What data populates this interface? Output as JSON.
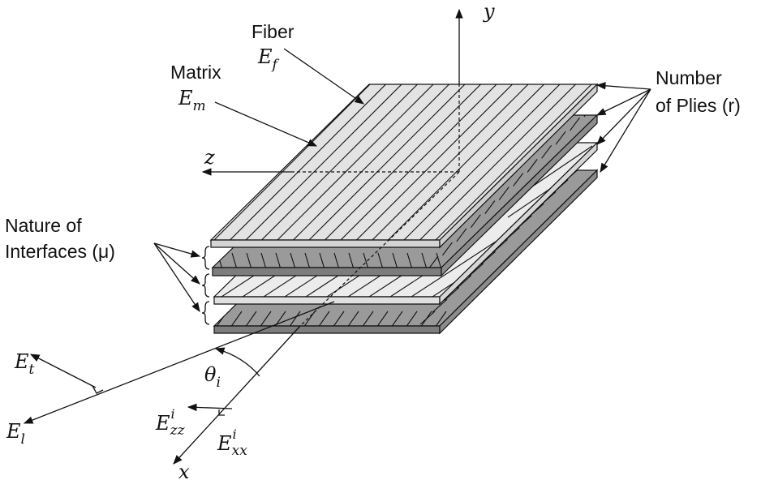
{
  "labels": {
    "fiber": "Fiber",
    "matrix": "Matrix",
    "number_of_plies_line1": "Number",
    "number_of_plies_line2": "of Plies (r)",
    "nature_line1": "Nature of",
    "nature_line2": "Interfaces (μ)"
  },
  "math": {
    "E_f_base": "E",
    "E_f_sub": "f",
    "E_m_base": "E",
    "E_m_sub": "m",
    "y_axis": "y",
    "z_axis": "z",
    "x_axis": "x",
    "E_t_base": "E",
    "E_t_sub": "t",
    "E_l_base": "E",
    "E_l_sub": "l",
    "theta_base": "θ",
    "theta_sub": "i",
    "E_zz_base": "E",
    "E_zz_sup": "i",
    "E_zz_sub": "zz",
    "E_xx_base": "E",
    "E_xx_sup": "i",
    "E_xx_sub": "xx"
  },
  "colors": {
    "ply_light": "#e3e3e3",
    "ply_light_edge": "#cfcfcf",
    "ply_dark": "#9a9a9a",
    "ply_dark_edge": "#7d7d7d",
    "ply_stripe": "#f2f2f2",
    "ink": "#111111"
  }
}
